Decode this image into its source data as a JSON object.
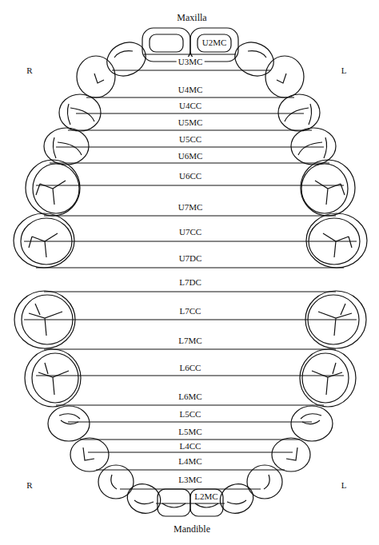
{
  "diagram": {
    "labels": [
      "Maxilla",
      "R",
      "L",
      "U2MC",
      "U3MC",
      "U4MC",
      "U4CC",
      "U5MC",
      "U5CC",
      "U6MC",
      "U6CC",
      "U7MC",
      "U7CC",
      "U7DC",
      "L7DC",
      "L7CC",
      "L7MC",
      "L6CC",
      "L6MC",
      "L5CC",
      "L5MC",
      "L4CC",
      "L4MC",
      "L3MC",
      "L2MC",
      "R",
      "L",
      "Mandible"
    ]
  }
}
